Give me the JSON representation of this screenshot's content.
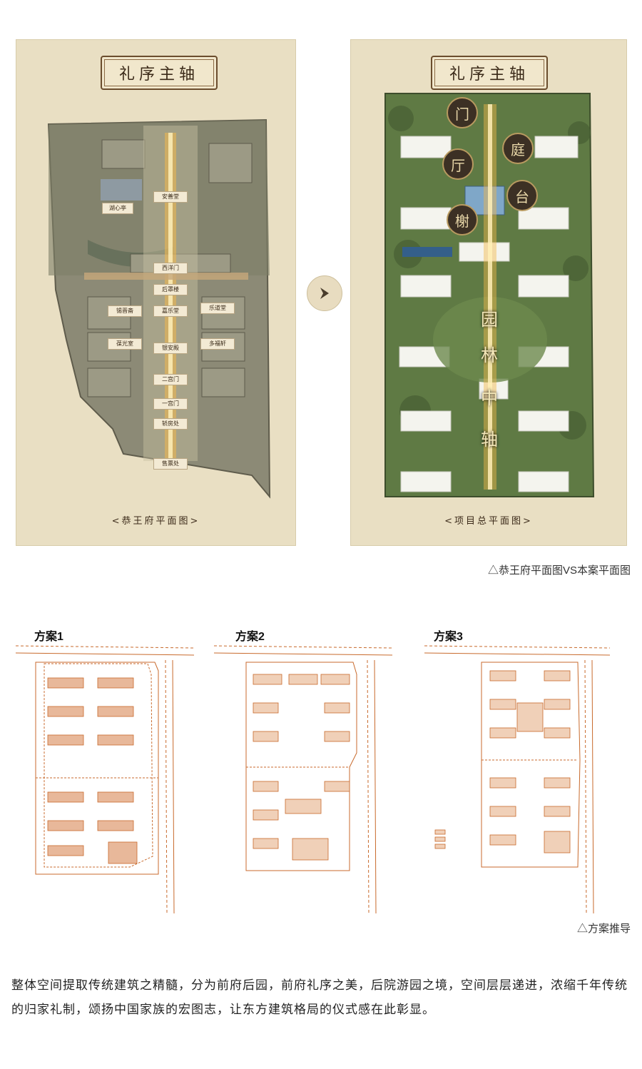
{
  "top_section": {
    "left_panel": {
      "banner": "礼序主轴",
      "caption": "<恭王府平面图>",
      "labels": [
        "湖心亭",
        "安善堂",
        "西洋门",
        "后罩楼",
        "锡晋斋",
        "嘉乐堂",
        "乐道堂",
        "葆光室",
        "银安殿",
        "多福轩",
        "二宫门",
        "一宫门",
        "轿房处",
        "售票处"
      ]
    },
    "right_panel": {
      "banner": "礼序主轴",
      "caption": "<项目总平面图>",
      "circle_chars": [
        "门",
        "庭",
        "厅",
        "台",
        "榭"
      ],
      "axis_chars": [
        "园",
        "林",
        "中",
        "轴"
      ]
    },
    "arrow_icon": "chevron-right-icon",
    "figure_caption": "△恭王府平面图VS本案平面图"
  },
  "plans_section": {
    "plans": [
      {
        "label": "方案1"
      },
      {
        "label": "方案2"
      },
      {
        "label": "方案3"
      }
    ],
    "figure_caption": "△方案推导"
  },
  "paragraph": "整体空间提取传统建筑之精髓，分为前府后园，前府礼序之美，后院游园之境，空间层层递进，浓缩千年传统的归家礼制，颂扬中国家族的宏图志，让东方建筑格局的仪式感在此彰显。",
  "colors": {
    "parchment": "#e9dfc3",
    "plan_line": "#c86a2c",
    "axis_glow": "#f2b84a"
  }
}
